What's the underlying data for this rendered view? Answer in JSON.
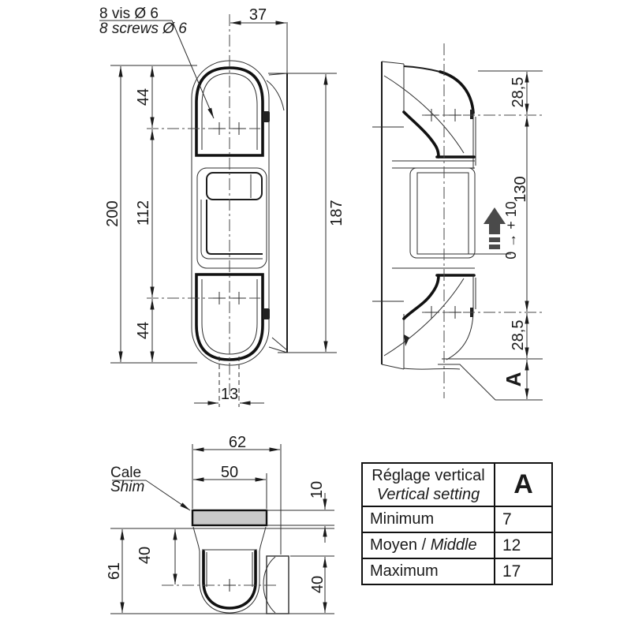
{
  "front_view": {
    "screw_label_fr": "8 vis Ø 6",
    "screw_label_en": "8 screws Ø 6",
    "dim_top_offset": "37",
    "dim_total_height": "200",
    "dim_top_screw": "44",
    "dim_screw_span": "112",
    "dim_bottom_screw": "44",
    "dim_plate_height": "187",
    "dim_screw_pitch": "13"
  },
  "side_view": {
    "dim_top": "28,5",
    "dim_span": "130",
    "dim_bottom": "28,5",
    "dim_setting": "A",
    "adjust_label": "0 → + 10"
  },
  "bottom_view": {
    "label_shim_fr": "Cale",
    "label_shim_en": "Shim",
    "dim_width": "62",
    "dim_shim_width": "50",
    "dim_shim_height": "10",
    "dim_cup_depth": "40",
    "dim_total_height": "61",
    "dim_knuckle_height": "40"
  },
  "table": {
    "header_fr": "Réglage vertical",
    "header_en": "Vertical setting",
    "header_value": "A",
    "rows": [
      {
        "label": "Minimum",
        "label_italic": "",
        "value": "7"
      },
      {
        "label": "Moyen / ",
        "label_italic": "Middle",
        "value": "12"
      },
      {
        "label": "Maximum",
        "label_italic": "",
        "value": "17"
      }
    ]
  },
  "colors": {
    "line": "#1a1a1a",
    "arrow_gray": "#4a4a4a",
    "shim_fill": "#c9c9c9",
    "background": "#ffffff"
  }
}
